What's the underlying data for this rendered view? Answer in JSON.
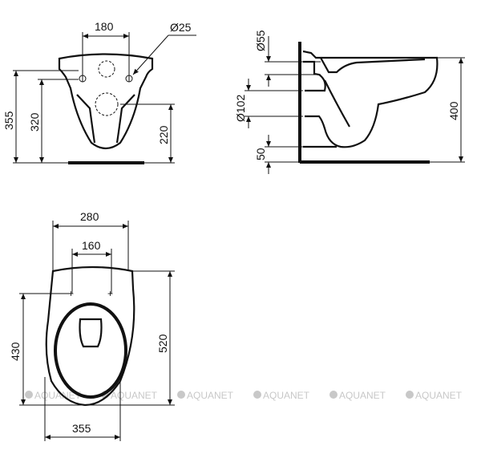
{
  "front_view": {
    "dims": {
      "width_holes": "180",
      "hole_diameter": "Ø25",
      "height_total": "355",
      "height_holes": "320",
      "height_outlet": "220"
    }
  },
  "side_view": {
    "dims": {
      "inlet_diameter": "Ø55",
      "outlet_diameter": "Ø102",
      "floor_gap": "50",
      "height": "400"
    }
  },
  "top_view": {
    "dims": {
      "width": "280",
      "hole_spacing": "160",
      "seat_length": "430",
      "length": "520",
      "depth": "355"
    }
  },
  "watermark": {
    "text": "AQUANET",
    "color": "#c8c8c8"
  }
}
